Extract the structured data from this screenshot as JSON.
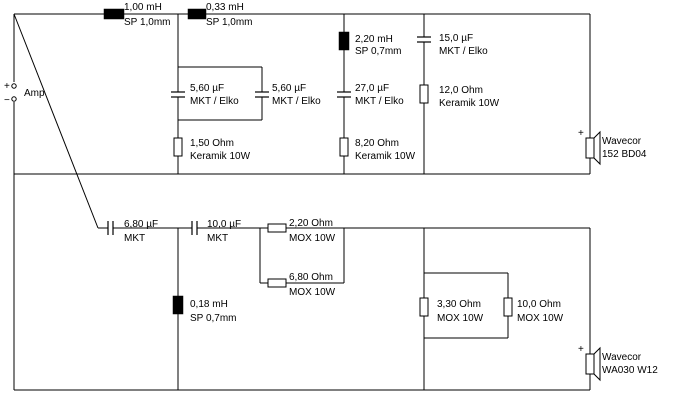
{
  "amp": {
    "label": "Amp",
    "plus": "+",
    "minus": "−"
  },
  "tweeter_branch": {
    "l1": {
      "value": "1,00 mH",
      "type": "SP 1,0mm"
    },
    "l2": {
      "value": "0,33 mH",
      "type": "SP 1,0mm"
    },
    "c1": {
      "value": "5,60 µF",
      "type": "MKT / Elko"
    },
    "c2": {
      "value": "5,60 µF",
      "type": "MKT / Elko"
    },
    "r1": {
      "value": "1,50 Ohm",
      "type": "Keramik 10W"
    },
    "l3": {
      "value": "2,20 mH",
      "type": "SP 0,7mm"
    },
    "c3": {
      "value": "27,0 µF",
      "type": "MKT / Elko"
    },
    "r2": {
      "value": "8,20 Ohm",
      "type": "Keramik 10W"
    },
    "c4": {
      "value": "15,0 µF",
      "type": "MKT / Elko"
    },
    "r3": {
      "value": "12,0 Ohm",
      "type": "Keramik 10W"
    },
    "speaker": {
      "brand": "Wavecor",
      "model": "152 BD04"
    }
  },
  "woofer_branch": {
    "c1": {
      "value": "6,80 µF",
      "type": "MKT"
    },
    "c2": {
      "value": "10,0 µF",
      "type": "MKT"
    },
    "r1": {
      "value": "2,20 Ohm",
      "type": "MOX 10W"
    },
    "r2": {
      "value": "6,80 Ohm",
      "type": "MOX 10W"
    },
    "l1": {
      "value": "0,18 mH",
      "type": "SP 0,7mm"
    },
    "r3": {
      "value": "3,30 Ohm",
      "type": "MOX 10W"
    },
    "r4": {
      "value": "10,0 Ohm",
      "type": "MOX 10W"
    },
    "speaker": {
      "brand": "Wavecor",
      "model": "WA030 W12"
    }
  }
}
